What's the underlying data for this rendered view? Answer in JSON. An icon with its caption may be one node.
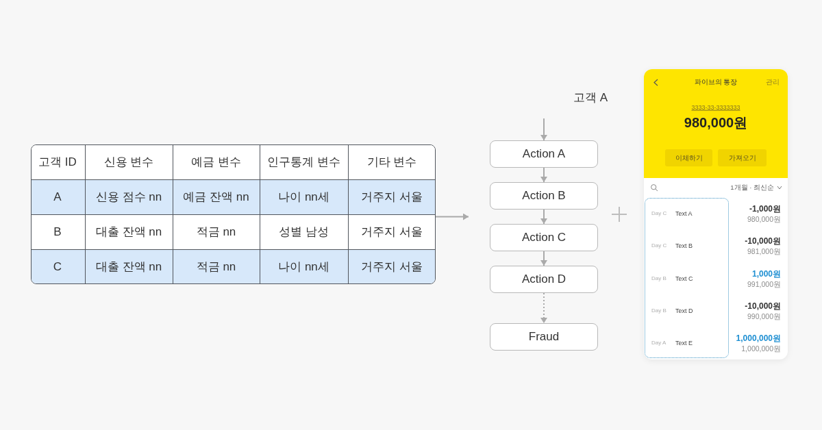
{
  "diagram": {
    "nodes": [
      {
        "text": [],
        "shape": "table"
      },
      {
        "text": [
          "Action A"
        ]
      },
      {
        "text": [
          "Action B"
        ]
      },
      {
        "text": [
          "Action C"
        ]
      },
      {
        "text": [
          "Action D"
        ]
      },
      {
        "text": [
          "Fraud"
        ]
      }
    ],
    "edges": [
      {
        "from": null,
        "to": 1,
        "arrow": "to"
      },
      {
        "from": 1,
        "to": 2,
        "arrow": "to"
      },
      {
        "from": 2,
        "to": 3,
        "arrow": "to"
      },
      {
        "from": 3,
        "to": 4,
        "arrow": "to"
      },
      {
        "from": 4,
        "to": 5,
        "arrow": "to",
        "style": "dashed"
      },
      {
        "from": 0,
        "to": null,
        "arrow": "to"
      }
    ],
    "labels": [
      "고객 A",
      "고객 ID",
      "신용 변수",
      "예금 변수",
      "인구통계 변수",
      "기타 변수",
      "A",
      "신용 점수 nn",
      "예금 잔액 nn",
      "나이 nn세",
      "거주지 서울",
      "B",
      "대출 잔액 nn",
      "적금 nn",
      "성별 남성",
      "거주지 서울",
      "C",
      "대출 잔액 nn",
      "적금 nn",
      "나이 nn세",
      "거주지 서울",
      "파이브의 통장",
      "관리",
      "3333-33-3333333",
      "980,000원",
      "이체하기",
      "가져오기",
      "1개월 · 최신순",
      "Day C",
      "Text A",
      "-1,000원",
      "980,000원",
      "Day C",
      "Text B",
      "-10,000원",
      "981,000원",
      "Day B",
      "Text C",
      "1,000원",
      "991,000원",
      "Day B",
      "Text D",
      "-10,000원",
      "990,000원",
      "Day A",
      "Text E",
      "1,000,000원",
      "1,000,000원"
    ]
  }
}
